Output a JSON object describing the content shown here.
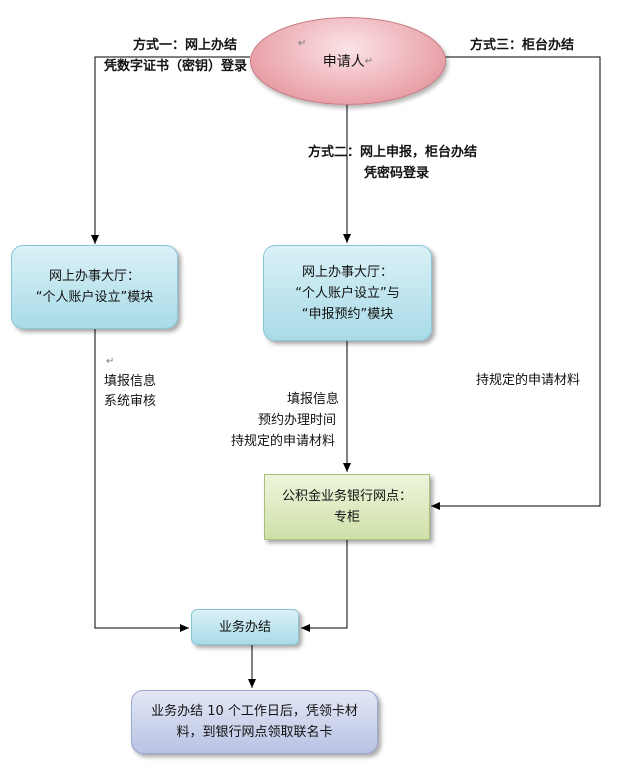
{
  "applicant": "申请人",
  "mode1": {
    "line1": "方式一：网上办结",
    "line2": "凭数字证书（密钥）登录"
  },
  "mode2": {
    "line1": "方式二：网上申报，柜台办结",
    "line2": "凭密码登录"
  },
  "mode3": {
    "line1": "方式三：柜台办结"
  },
  "hall_left": {
    "line1": "网上办事大厅：",
    "line2": "“个人账户设立”模块"
  },
  "hall_mid": {
    "line1": "网上办事大厅：",
    "line2": "“个人账户设立”与",
    "line3": "“申报预约”模块"
  },
  "left_steps": {
    "line1": "填报信息",
    "line2": "系统审核"
  },
  "mid_steps": {
    "line1": "填报信息",
    "line2": "预约办理时间",
    "line3": "持规定的申请材料"
  },
  "right_note": "持规定的申请材料",
  "bank": {
    "line1": "公积金业务银行网点：",
    "line2": "专柜"
  },
  "done": "业务办结",
  "final": {
    "line1": "业务办结 10 个工作日后，凭领卡材",
    "line2": "料，到银行网点领取联名卡"
  },
  "para_mark": "↵"
}
